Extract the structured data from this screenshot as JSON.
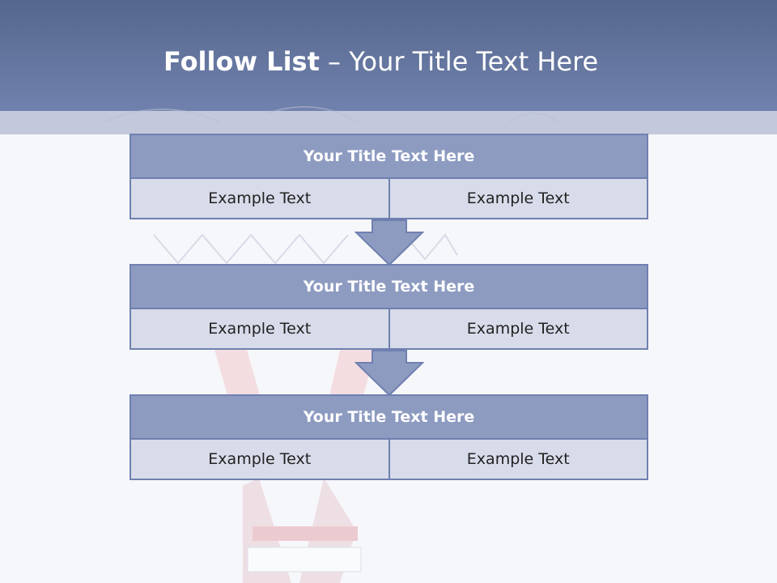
{
  "slide": {
    "title_bold": "Follow List",
    "title_rest": " – Your Title Text Here"
  },
  "steps": [
    {
      "title": "Your Title Text Here",
      "left": "Example Text",
      "right": "Example Text"
    },
    {
      "title": "Your Title Text Here",
      "left": "Example Text",
      "right": "Example Text"
    },
    {
      "title": "Your Title Text Here",
      "left": "Example Text",
      "right": "Example Text"
    }
  ],
  "colors": {
    "header": "#6a7aa4",
    "card_title": "#8d9bc1",
    "card_cell": "#d8dbe9",
    "border": "#6f80b0"
  }
}
